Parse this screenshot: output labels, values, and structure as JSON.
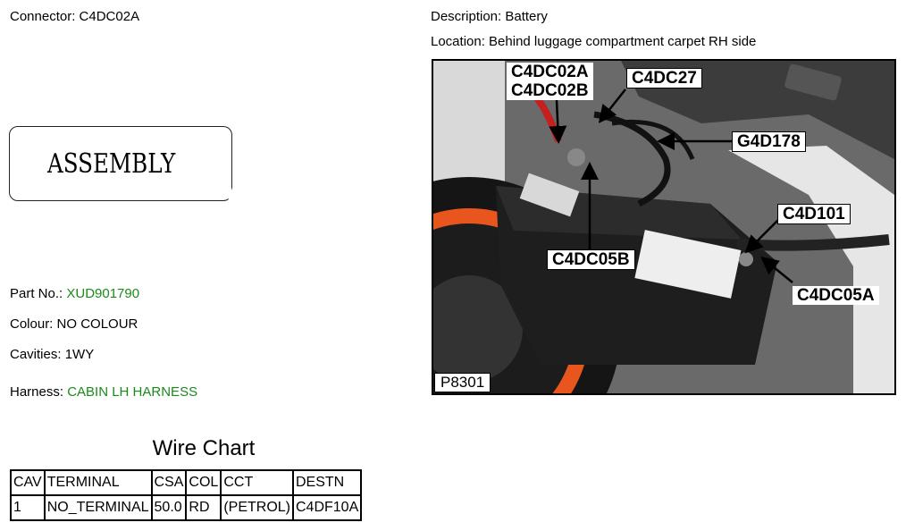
{
  "connector": {
    "label": "Connector: ",
    "value": "C4DC02A"
  },
  "description": {
    "label": "Description: ",
    "value": "Battery"
  },
  "location": {
    "label": "Location: ",
    "value": "Behind luggage compartment carpet RH side"
  },
  "assembly_text": "ASSEMBLY",
  "part_no": {
    "label": "Part No.: ",
    "value": "XUD901790"
  },
  "colour": {
    "label": "Colour: ",
    "value": "NO COLOUR"
  },
  "cavities": {
    "label": "Cavities: ",
    "value": "1WY"
  },
  "harness": {
    "label": "Harness: ",
    "value": "CABIN LH HARNESS"
  },
  "photo": {
    "id": "P8301",
    "callouts": {
      "c4dc02a": "C4DC02A",
      "c4dc02b": "C4DC02B",
      "c4dc27": "C4DC27",
      "g4d178": "G4D178",
      "c4d101": "C4D101",
      "c4dc05b": "C4DC05B",
      "c4dc05a": "C4DC05A"
    }
  },
  "wire_chart": {
    "title": "Wire Chart",
    "headers": {
      "cav": "CAV",
      "terminal": "TERMINAL",
      "csa": "CSA",
      "col": "COL",
      "cct": "CCT",
      "destn": "DESTN"
    },
    "rows": [
      {
        "cav": "1",
        "terminal": "NO_TERMINAL",
        "csa": "50.0",
        "col": "RD",
        "cct": "(PETROL)",
        "destn": "C4DF10A"
      }
    ]
  },
  "colors": {
    "link_green": "#1a8a1a",
    "tire_orange": "#e8561e"
  }
}
